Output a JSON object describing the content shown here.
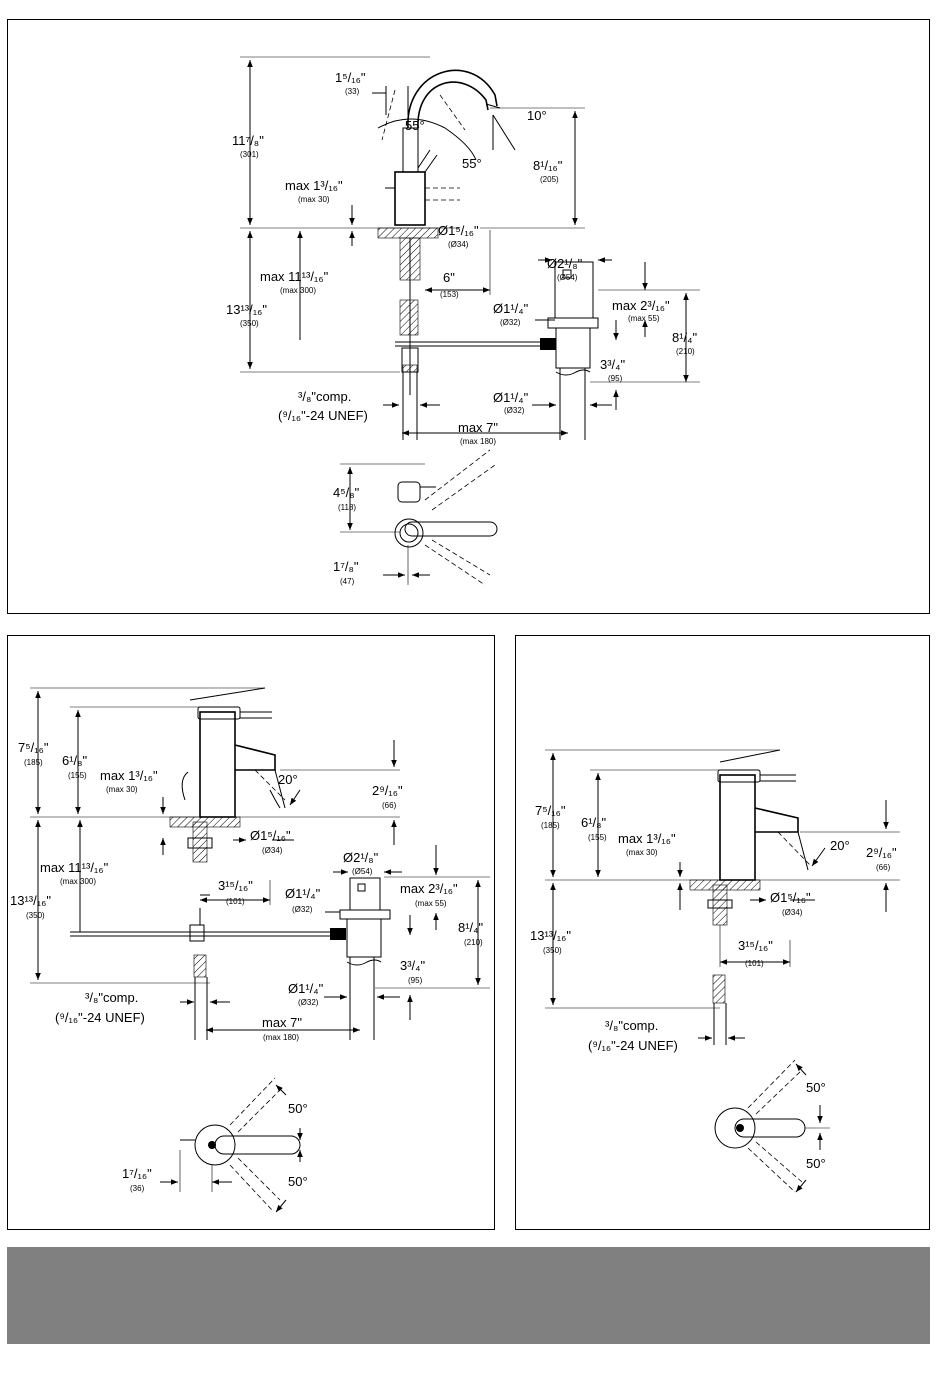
{
  "colors": {
    "footer_bar": "#808080",
    "line": "#000000",
    "background": "#ffffff"
  },
  "top": {
    "h_total": "11⁷/₈\"",
    "h_total_mm": "(301)",
    "spout_offset": "1⁵/₁₆\"",
    "spout_offset_mm": "(33)",
    "angle_a": "55°",
    "angle_b": "55°",
    "angle_spout": "10°",
    "spout_h": "8¹/₁₆\"",
    "spout_h_mm": "(205)",
    "max_deck": "max 1³/₁₆\"",
    "max_deck_mm": "(max 30)",
    "hole": "Ø1⁵/₁₆\"",
    "hole_mm": "(Ø34)",
    "below_deck": "max 11¹³/₁₆\"",
    "below_deck_mm": "(max 300)",
    "total_below": "13¹³/₁₆\"",
    "total_below_mm": "(350)",
    "reach": "6\"",
    "reach_mm": "(153)",
    "drain_d": "Ø2¹/₈\"",
    "drain_d_mm": "(Ø54)",
    "drain_pipe": "Ø1¹/₄\"",
    "drain_pipe_mm": "(Ø32)",
    "drain_max": "max 2³/₁₆\"",
    "drain_max_mm": "(max 55)",
    "drain_h": "8¹/₄\"",
    "drain_h_mm": "(210)",
    "drain_l": "3³/₄\"",
    "drain_l_mm": "(95)",
    "drain_pipe2": "Ø1¹/₄\"",
    "drain_pipe2_mm": "(Ø32)",
    "comp": "³/₈\"comp.",
    "thread": "(⁹/₁₆\"-24 UNEF)",
    "max7": "max 7\"",
    "max7_mm": "(max 180)",
    "plan_h": "4⁵/₈\"",
    "plan_h_mm": "(118)",
    "plan_w": "1⁷/₈\"",
    "plan_w_mm": "(47)"
  },
  "bl": {
    "h_total": "7⁵/₁₆\"",
    "h_total_mm": "(185)",
    "h_spout": "6¹/₈\"",
    "h_spout_mm": "(155)",
    "max_deck": "max 1³/₁₆\"",
    "max_deck_mm": "(max 30)",
    "angle": "20°",
    "spout_drop": "2⁹/₁₆\"",
    "spout_drop_mm": "(66)",
    "hole": "Ø1⁵/₁₆\"",
    "hole_mm": "(Ø34)",
    "below_deck": "max 11¹³/₁₆\"",
    "below_deck_mm": "(max 300)",
    "total_below": "13¹³/₁₆\"",
    "total_below_mm": "(350)",
    "reach": "3¹⁵/₁₆\"",
    "reach_mm": "(101)",
    "drain_d": "Ø2¹/₈\"",
    "drain_d_mm": "(Ø54)",
    "drain_pipe": "Ø1¹/₄\"",
    "drain_pipe_mm": "(Ø32)",
    "drain_max": "max 2³/₁₆\"",
    "drain_max_mm": "(max 55)",
    "drain_h": "8¹/₄\"",
    "drain_h_mm": "(210)",
    "drain_l": "3³/₄\"",
    "drain_l_mm": "(95)",
    "drain_pipe2": "Ø1¹/₄\"",
    "drain_pipe2_mm": "(Ø32)",
    "comp": "³/₈\"comp.",
    "thread": "(⁹/₁₆\"-24 UNEF)",
    "max7": "max 7\"",
    "max7_mm": "(max 180)",
    "plan_a1": "50°",
    "plan_a2": "50°",
    "plan_w": "1⁷/₁₆\"",
    "plan_w_mm": "(36)"
  },
  "br": {
    "h_total": "7⁵/₁₆\"",
    "h_total_mm": "(185)",
    "h_spout": "6¹/₈\"",
    "h_spout_mm": "(155)",
    "max_deck": "max 1³/₁₆\"",
    "max_deck_mm": "(max 30)",
    "angle": "20°",
    "spout_drop": "2⁹/₁₆\"",
    "spout_drop_mm": "(66)",
    "hole": "Ø1⁵/₁₆\"",
    "hole_mm": "(Ø34)",
    "total_below": "13¹³/₁₆\"",
    "total_below_mm": "(350)",
    "reach": "3¹⁵/₁₆\"",
    "reach_mm": "(101)",
    "comp": "³/₈\"comp.",
    "thread": "(⁹/₁₆\"-24 UNEF)",
    "plan_a1": "50°",
    "plan_a2": "50°"
  }
}
